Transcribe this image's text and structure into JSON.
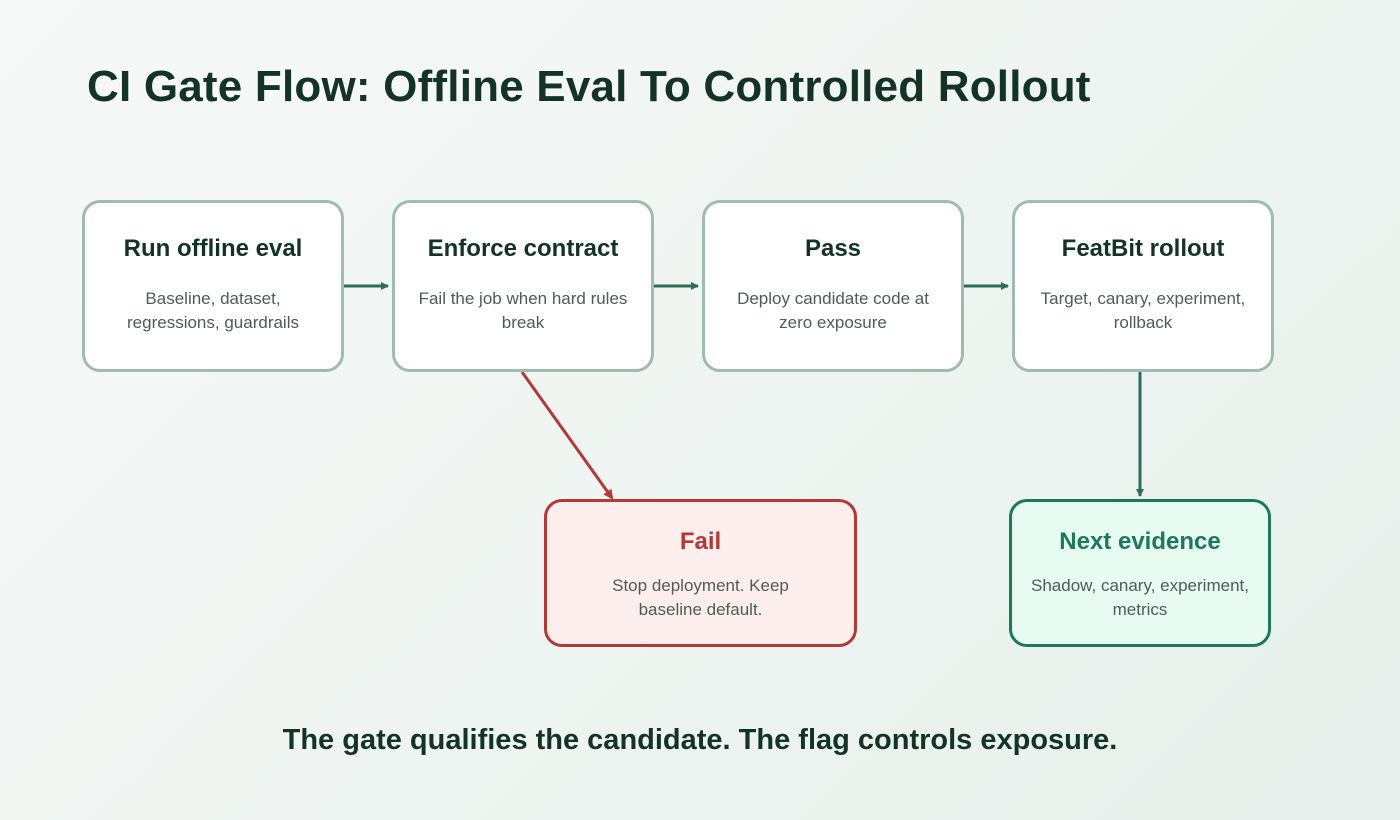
{
  "title": "CI Gate Flow: Offline Eval To Controlled Rollout",
  "steps": [
    {
      "title": "Run offline eval",
      "description": "Baseline, dataset, regressions, guardrails"
    },
    {
      "title": "Enforce contract",
      "description": "Fail the job when hard rules break"
    },
    {
      "title": "Pass",
      "description": "Deploy candidate code at zero exposure"
    },
    {
      "title": "FeatBit rollout",
      "description": "Target, canary, experiment, rollback"
    }
  ],
  "fail": {
    "title": "Fail",
    "description": "Stop deployment. Keep baseline default."
  },
  "next": {
    "title": "Next evidence",
    "description": "Shadow, canary, experiment, metrics"
  },
  "footer": "The gate qualifies the candidate. The flag controls exposure.",
  "colors": {
    "primary_text": "#143328",
    "flow_arrow": "#2b6e5b",
    "fail_accent": "#b23a36",
    "fail_fill": "#fdeeee",
    "success_accent": "#1b7a5a",
    "success_fill": "#e8fbf1",
    "box_border": "#9fbcb1"
  }
}
